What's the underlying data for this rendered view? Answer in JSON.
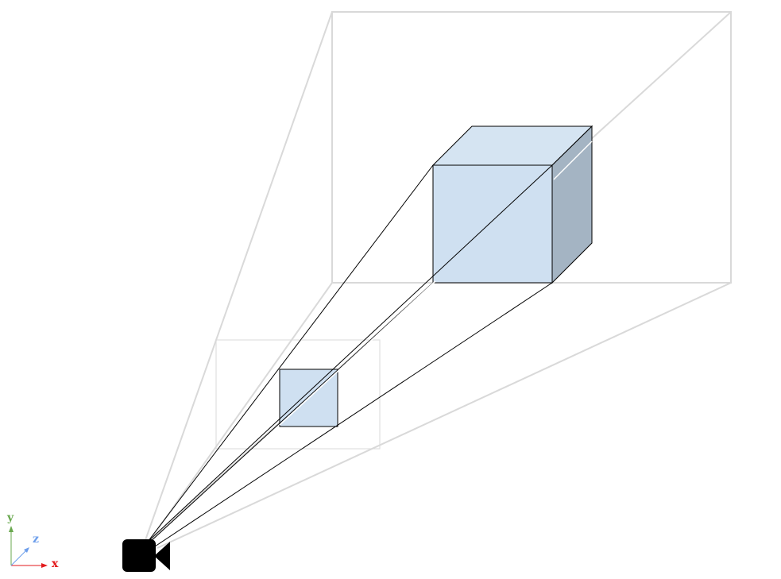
{
  "colors": {
    "background": "#ffffff",
    "frustum_line": "#d9d9d9",
    "projection_line": "#000000",
    "cube_front": "#cfe0f1",
    "cube_top": "#d5e4f2",
    "cube_side": "#a4b4c3",
    "cube_edge": "#000000",
    "camera": "#000000",
    "axis_x": "#e31a1c",
    "axis_y": "#6aa84f",
    "axis_z": "#6d9eeb"
  },
  "icons": {
    "camera": "video-camera-icon"
  },
  "axes": {
    "x_label": "x",
    "y_label": "y",
    "z_label": "z"
  }
}
